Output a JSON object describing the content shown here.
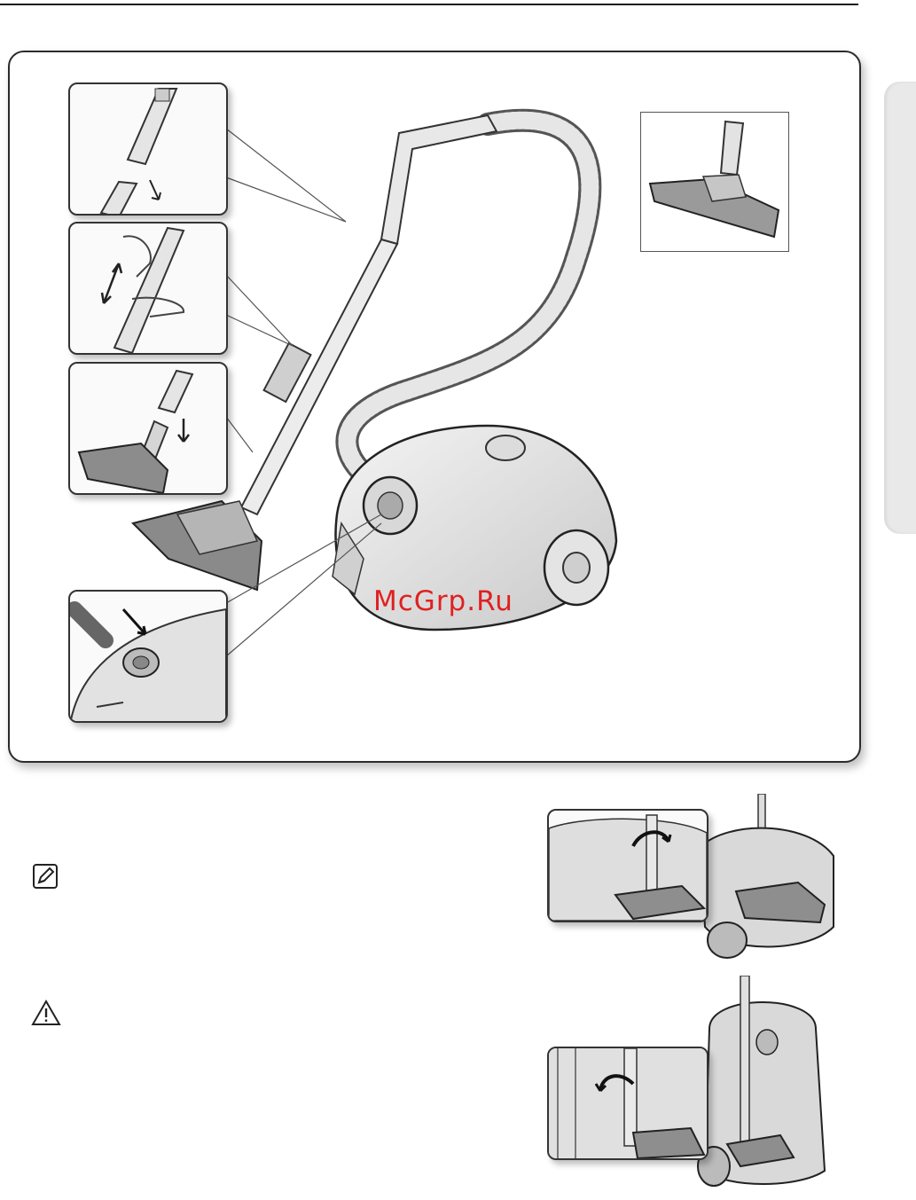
{
  "watermark": {
    "text": "McGrp.Ru",
    "color": "#e02020"
  },
  "icons": {
    "note": "note-pencil-icon",
    "warning": "warning-triangle-icon"
  },
  "figures": {
    "main": "vacuum-cleaner-assembly",
    "steps": [
      "pipe-connect",
      "pipe-length-adjust",
      "brush-attach",
      "hose-insert"
    ],
    "accessory": "floor-brush",
    "storage": [
      "parking-horizontal",
      "parking-vertical"
    ]
  }
}
